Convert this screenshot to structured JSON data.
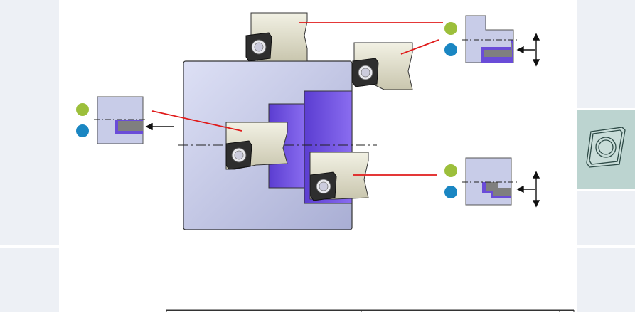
{
  "colors": {
    "margin": "#edf0f5",
    "tab": "#bcd4d0",
    "part_body": "#c8cce8",
    "part_purple": "#6a4cd8",
    "holder": "#e6e4d2",
    "leader": "#e01b1b",
    "dot_green": "#9cbf3b",
    "dot_blue": "#1a86c2"
  },
  "icons": {
    "insert": "rhombic-insert-icon",
    "feed_arrow": "feed-arrow-icon"
  },
  "legend_markers": [
    {
      "id": "top-right",
      "colors": [
        "dot_green",
        "dot_blue"
      ]
    },
    {
      "id": "left",
      "colors": [
        "dot_green",
        "dot_blue"
      ]
    },
    {
      "id": "bottom-right",
      "colors": [
        "dot_green",
        "dot_blue"
      ]
    }
  ]
}
